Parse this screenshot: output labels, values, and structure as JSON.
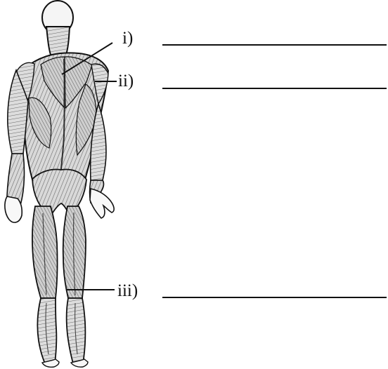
{
  "diagram": {
    "labels": [
      {
        "id": "i",
        "text": "i)"
      },
      {
        "id": "ii",
        "text": "ii)"
      },
      {
        "id": "iii",
        "text": "iii)"
      }
    ],
    "colors": {
      "ink": "#111111",
      "line": "#111111",
      "muscle_dark": "#4d4d4d",
      "muscle_mid": "#8a8a8a",
      "muscle_light": "#d6d6d6"
    }
  }
}
